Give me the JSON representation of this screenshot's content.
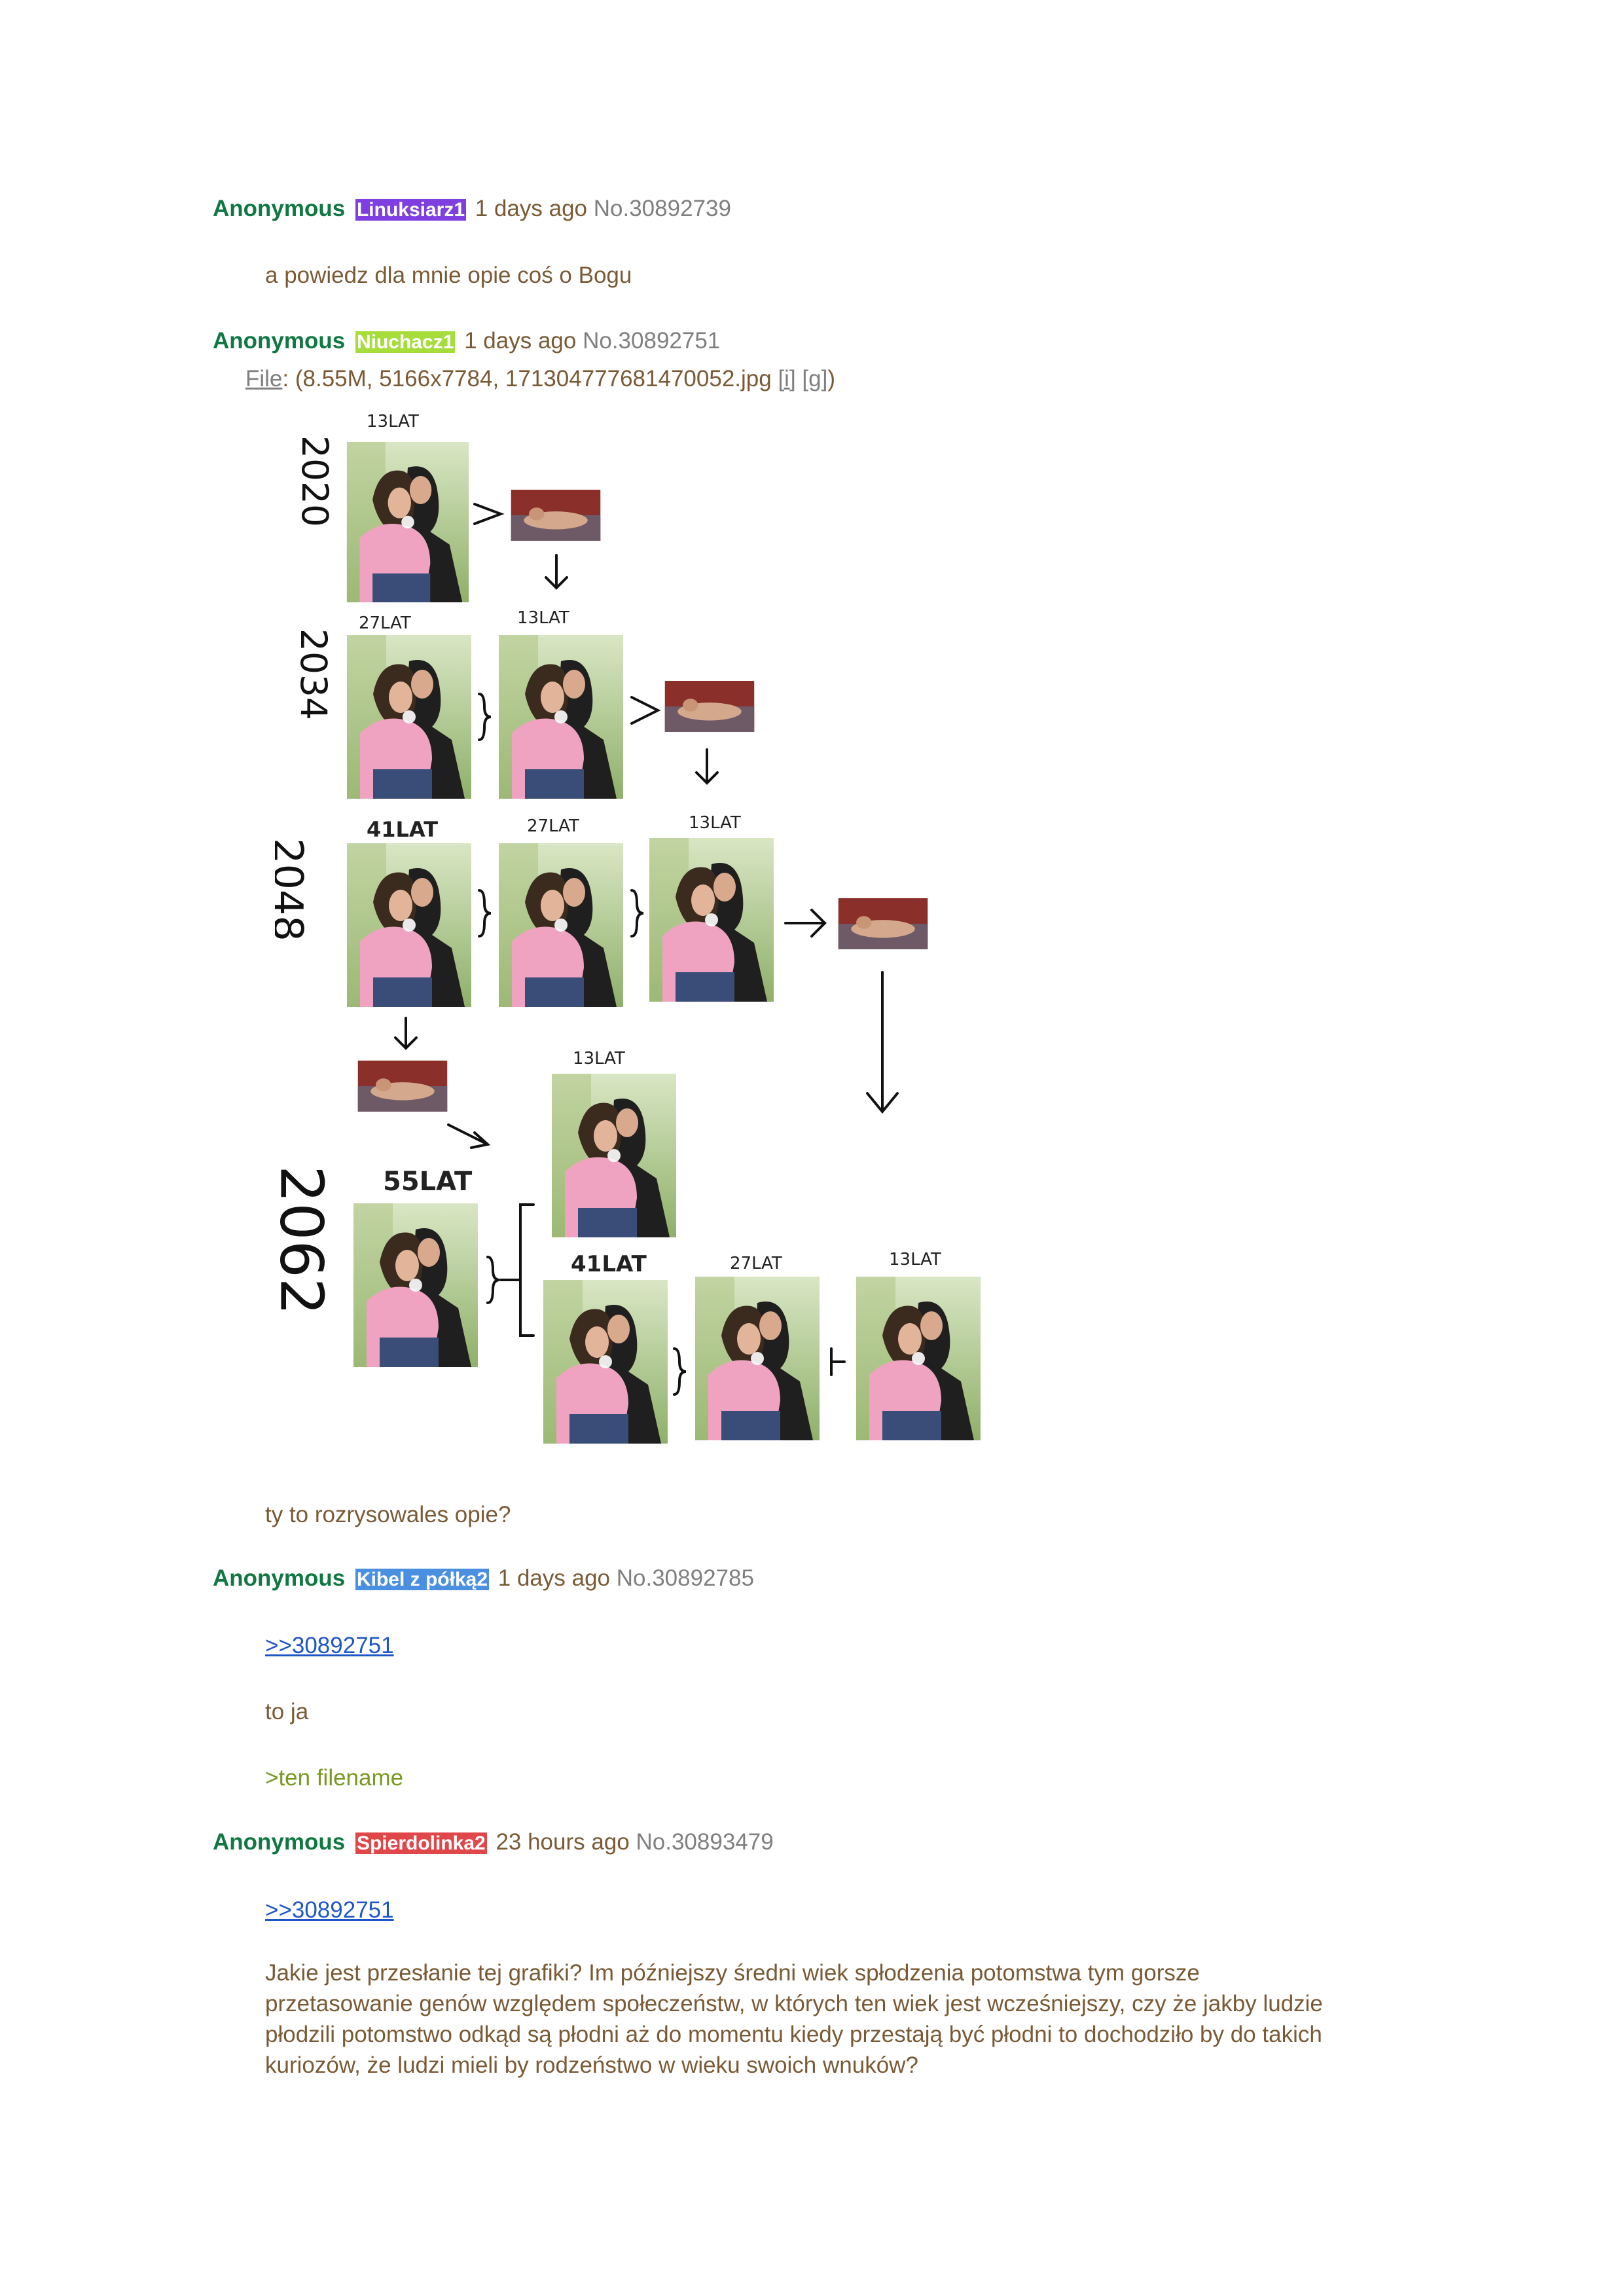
{
  "posts": [
    {
      "name": "Anonymous",
      "tag": "Linuksiarz1",
      "tag_color": "#7f3fe0",
      "time": "1 days ago",
      "number": "No.30892739",
      "text": "a powiedz dla mnie opie coś o Bogu"
    },
    {
      "name": "Anonymous",
      "tag": "Niuchacz1",
      "tag_color": "#a6dd3b",
      "time": "1 days ago",
      "number": "No.30892751",
      "file_label": "File",
      "file_meta": ": (8.55M, 5166x7784, 171304777681470052.jpg ",
      "file_link_i": "[i]",
      "file_link_g": "[g]",
      "file_close": ")",
      "image_labels": {
        "r1": [
          "13LAT"
        ],
        "r2": [
          "27LAT",
          "13LAT"
        ],
        "r3": [
          "41LAT",
          "27LAT",
          "13LAT"
        ],
        "r4_top": "13LAT",
        "r4_old": "55LAT",
        "r4": [
          "41LAT",
          "27LAT",
          "13LAT"
        ]
      },
      "years": [
        "2020",
        "2034",
        "2048",
        "2062"
      ],
      "text": "ty to rozrysowales opie?"
    },
    {
      "name": "Anonymous",
      "tag": "Kibel z półką2",
      "tag_color": "#4a8fe0",
      "time": "1 days ago",
      "number": "No.30892785",
      "quote": ">>30892751",
      "text": "to ja",
      "greentext": ">ten filename"
    },
    {
      "name": "Anonymous",
      "tag": "Spierdolinka2",
      "tag_color": "#e0474a",
      "time": "23 hours ago",
      "number": "No.30893479",
      "quote": ">>30892751",
      "text_lines": [
        "Jakie jest przesłanie tej grafiki? Im późniejszy średni wiek spłodzenia potomstwa tym gorsze",
        "przetasowanie genów względem społeczeństw, w których ten wiek jest wcześniejszy, czy że jakby ludzie",
        "płodzili potomstwo odkąd są płodni aż do momentu kiedy przestają być płodni to dochodziło by do takich",
        "kuriozów, że ludzi mieli by rodzeństwo w wieku swoich wnuków?"
      ]
    }
  ]
}
